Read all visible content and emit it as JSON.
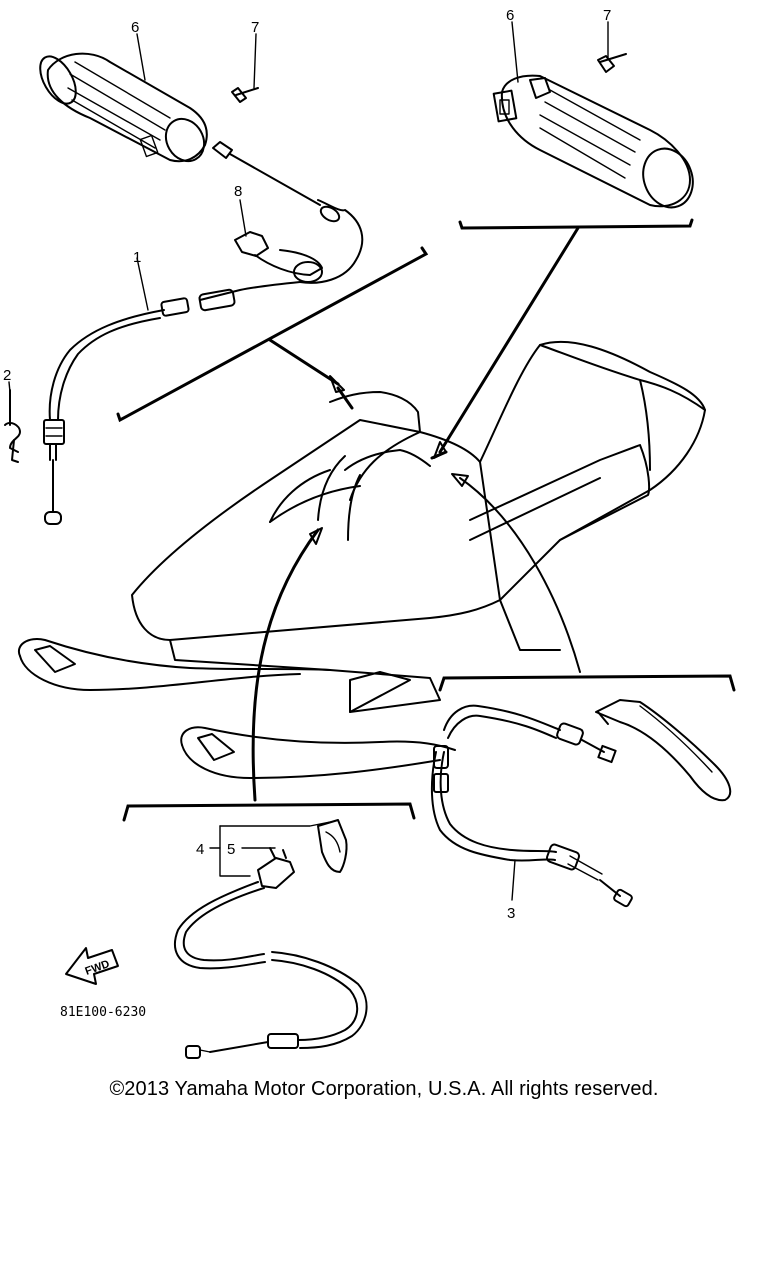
{
  "diagram": {
    "callouts": {
      "c1": "1",
      "c2": "2",
      "c3": "3",
      "c4": "4",
      "c5": "5",
      "c6_left": "6",
      "c6_right": "6",
      "c7_left": "7",
      "c7_right": "7",
      "c8": "8"
    },
    "fwd_label": "FWD",
    "drawing_code": "81E100-6230"
  },
  "footer": {
    "copyright": "©2013 Yamaha Motor Corporation, U.S.A. All rights reserved."
  }
}
